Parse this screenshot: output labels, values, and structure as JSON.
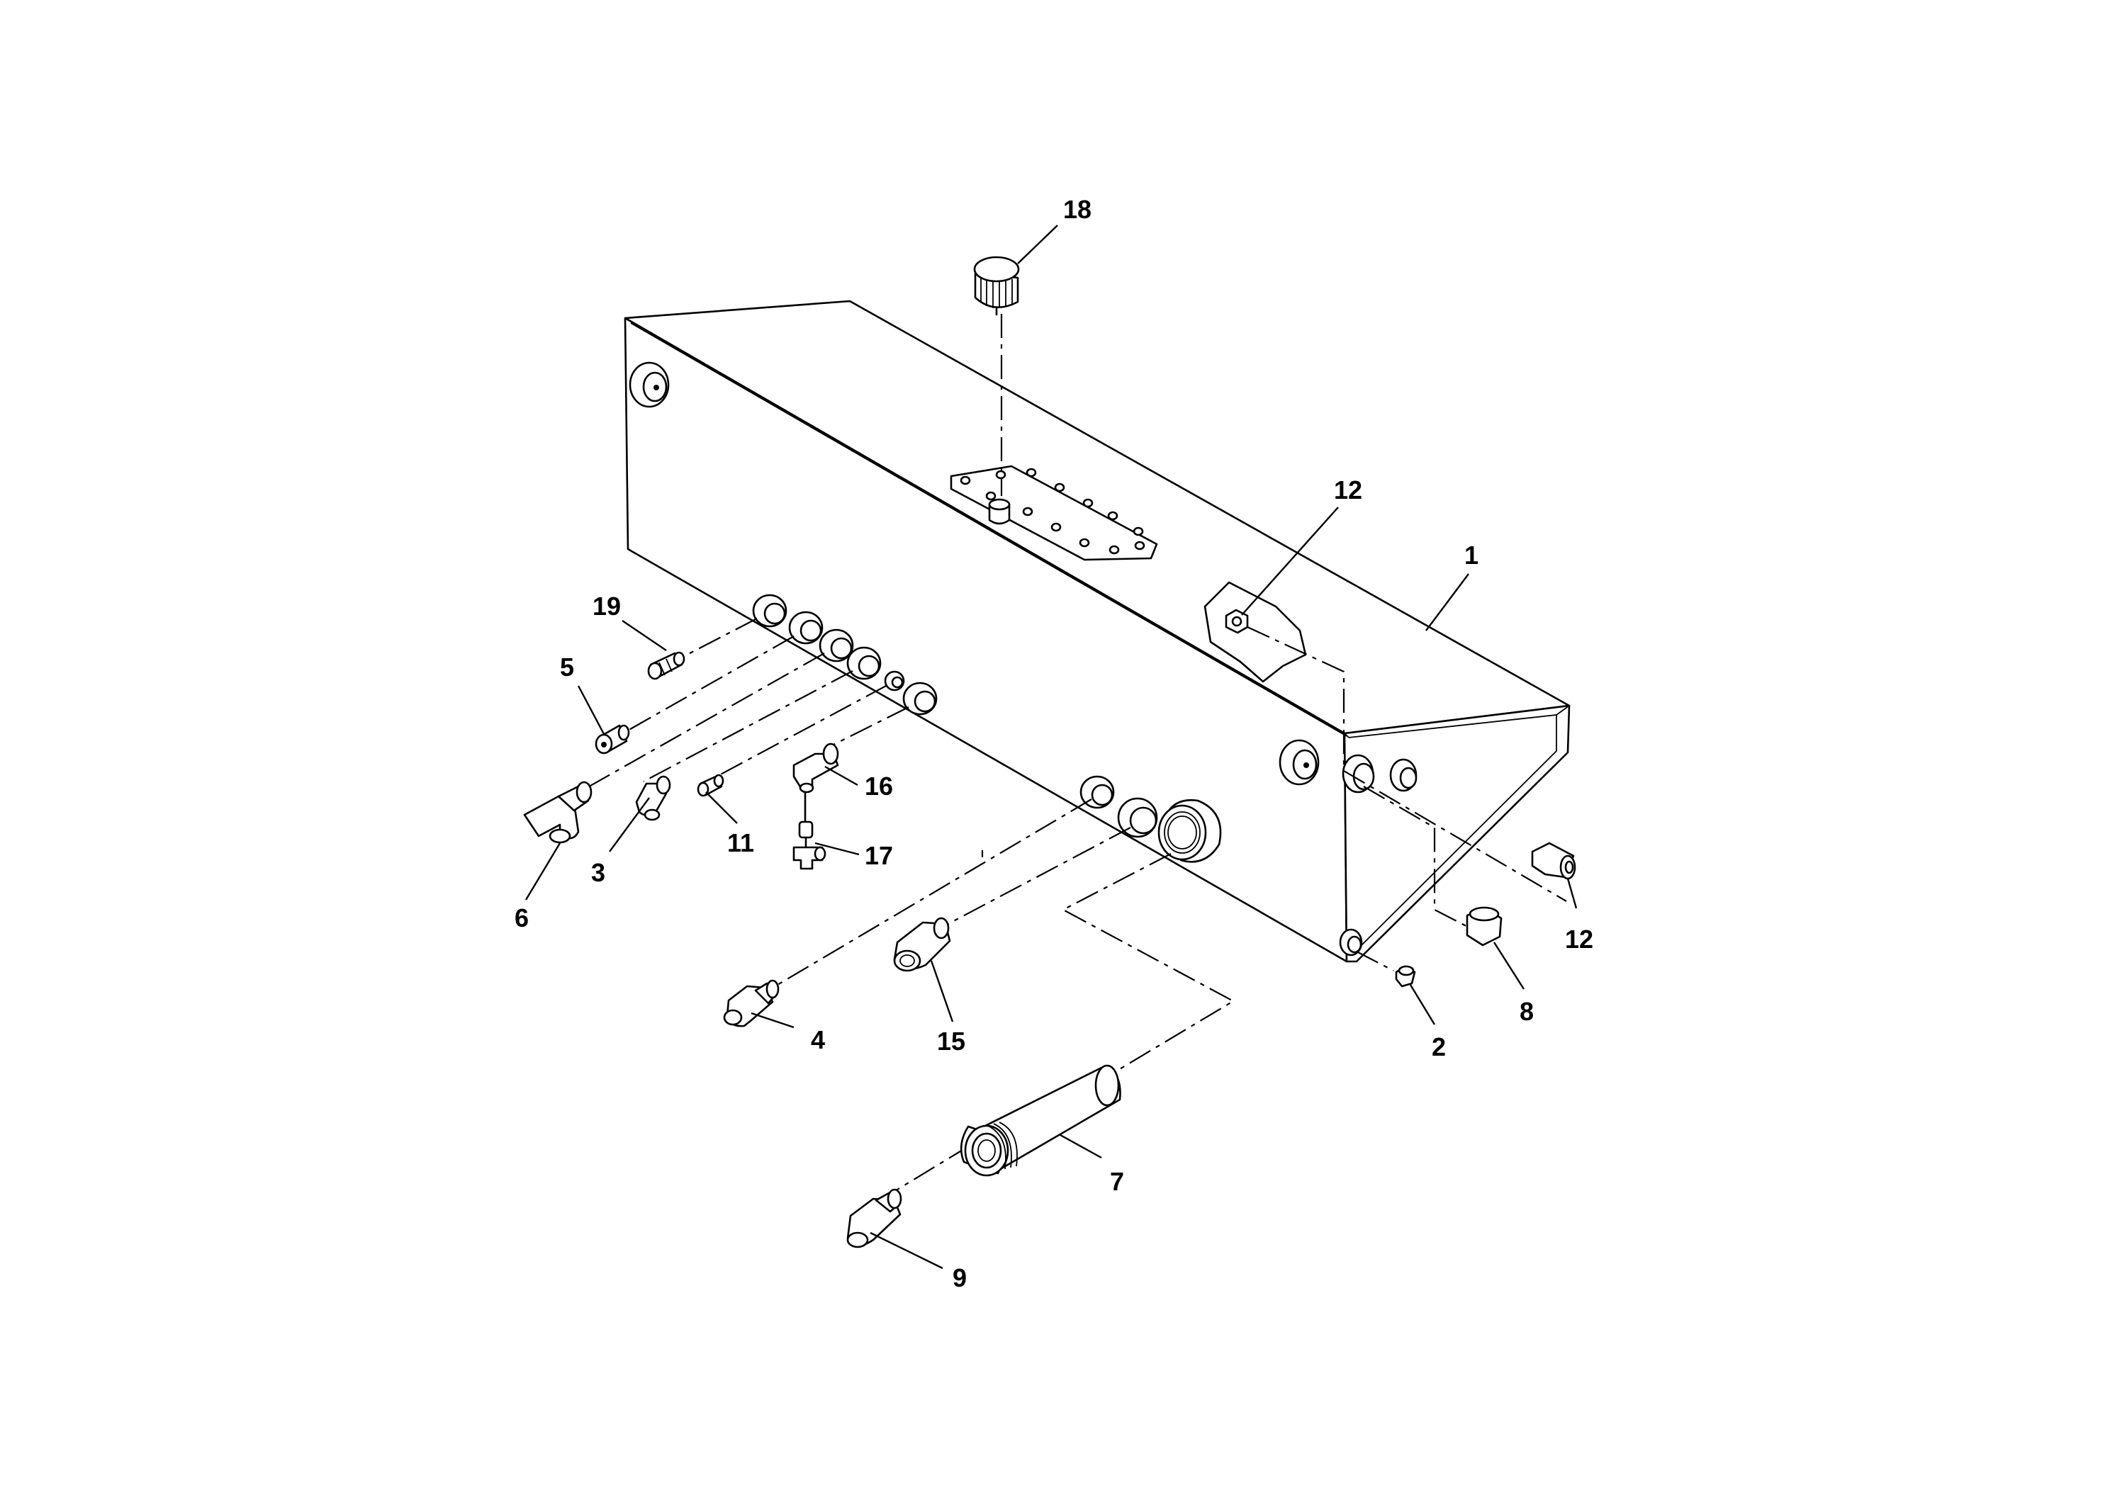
{
  "diagram": {
    "type": "exploded-parts-view",
    "callouts": [
      {
        "id": "c1",
        "text": "1"
      },
      {
        "id": "c2",
        "text": "2"
      },
      {
        "id": "c3",
        "text": "3"
      },
      {
        "id": "c4",
        "text": "4"
      },
      {
        "id": "c5",
        "text": "5"
      },
      {
        "id": "c6",
        "text": "6"
      },
      {
        "id": "c7",
        "text": "7"
      },
      {
        "id": "c8",
        "text": "8"
      },
      {
        "id": "c9",
        "text": "9"
      },
      {
        "id": "c11",
        "text": "11"
      },
      {
        "id": "c12a",
        "text": "12"
      },
      {
        "id": "c12b",
        "text": "12"
      },
      {
        "id": "c15",
        "text": "15"
      },
      {
        "id": "c16",
        "text": "16"
      },
      {
        "id": "c17",
        "text": "17"
      },
      {
        "id": "c18",
        "text": "18"
      },
      {
        "id": "c19",
        "text": "19"
      }
    ]
  }
}
